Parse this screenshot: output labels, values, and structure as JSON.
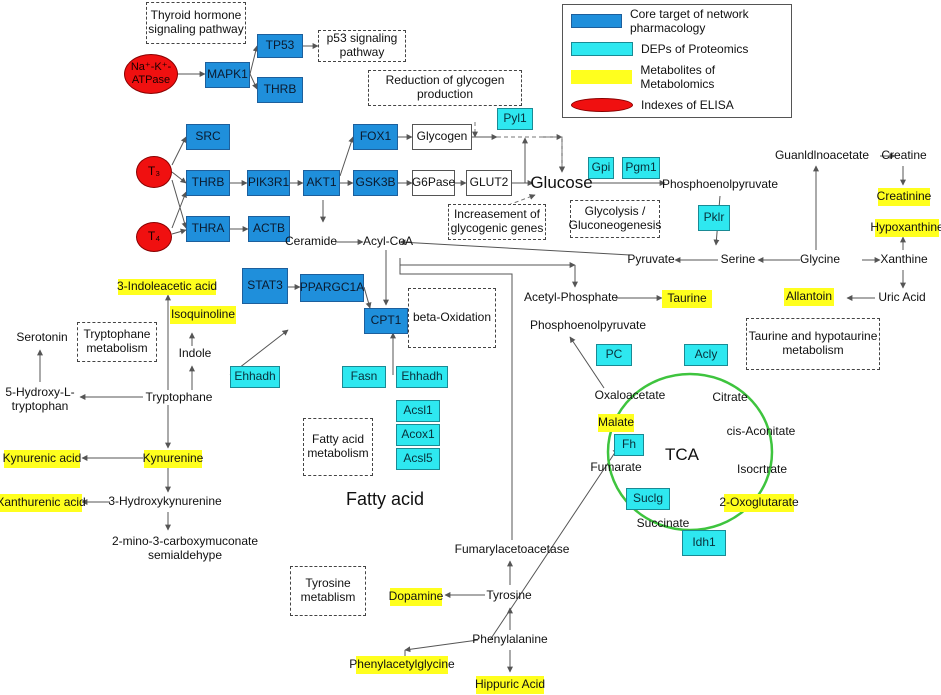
{
  "legend": {
    "core_target": "Core target of network pharmacology",
    "deps": "DEPs of  Proteomics",
    "metabolites": "Metabolites of Metabolomics",
    "elisa": "Indexes of ELISA",
    "colors": {
      "core_target": "#1f8fdb",
      "deps": "#2ee8f0",
      "metabolites": "#ffff1e",
      "elisa": "#f01010"
    }
  },
  "ellipses": {
    "na_k_atpase": "Na⁺-K⁺-ATPase",
    "t3": "T₃",
    "t4": "T₄"
  },
  "pathways": {
    "thyroid": "Thyroid hormone signaling pathway",
    "p53": "p53 signaling pathway",
    "glycogen_reduction": "Reduction of glycogen production",
    "glycogenic_genes": "Increasement of glycogenic genes",
    "glycolysis": "Glycolysis / Gluconeogenesis",
    "tryptophane": "Tryptophane metabolism",
    "beta_ox": "beta-Oxidation",
    "fatty_acid_metab": "Fatty acid metabolism",
    "taurine_metab": "Taurine and hypotaurine metabolism",
    "tyrosine": "Tyrosine metablism"
  },
  "core_targets": {
    "mapk1": "MAPK1",
    "tp53": "TP53",
    "thrb_top": "THRB",
    "src": "SRC",
    "thrb": "THRB",
    "pik3r1": "PIK3R1",
    "akt1": "AKT1",
    "fox1": "FOX1",
    "gsk3b": "GSK3B",
    "thra": "THRA",
    "actb": "ACTB",
    "stat3": "STAT3",
    "ppargc1a": "PPARGC1A",
    "cpt1": "CPT1"
  },
  "deps": {
    "pyl1": "Pyl1",
    "gpi": "Gpi",
    "pgm1": "Pgm1",
    "pklr": "Pklr",
    "ehhadh_left": "Ehhadh",
    "fasn": "Fasn",
    "ehhadh": "Ehhadh",
    "acsl1": "Acsl1",
    "acox1": "Acox1",
    "acsl5": "Acsl5",
    "pc": "PC",
    "acly": "Acly",
    "fh": "Fh",
    "suclg": "Suclg",
    "idh1": "Idh1"
  },
  "metabolites": {
    "creatinine": "Creatinine",
    "hypoxanthine": "Hypoxanthine",
    "indoleacetic": "3-Indoleacetic acid",
    "isoquinoline": "Isoquinoline",
    "taurine": "Taurine",
    "allantoin": "Allantoin",
    "malate": "Malate",
    "kynurenic": "Kynurenic acid",
    "kynurenine": "Kynurenine",
    "xanthurenic": "Xanthurenic acid",
    "oxoglutarate": "2-Oxoglutarate",
    "dopamine": "Dopamine",
    "phenylacetylglycine": "Phenylacetylglycine",
    "hippuric": "Hippuric Acid"
  },
  "white_boxes": {
    "glycogen": "Glycogen",
    "g6pase": "G6Pase",
    "glut2": "GLUT2"
  },
  "texts": {
    "glucose": "Glucose",
    "phosphoenolpyruvate": "Phosphoenolpyruvate",
    "guanidinoacetate": "Guanldlnoacetate",
    "creatine": "Creatine",
    "pyruvate": "Pyruvate",
    "serine": "Serine",
    "glycine": "Glycine",
    "xanthine": "Xanthine",
    "uric_acid": "Uric Acid",
    "ceramide": "Ceramide",
    "acyl_coa": "Acyl-CoA",
    "acetyl_phosphate": "Acetyl-Phosphate",
    "phosphoenolpyruvate2": "Phosphoenolpyruvate",
    "serotonin": "Serotonin",
    "indole": "Indole",
    "hydroxy_trp": "5-Hydroxy-L-tryptophan",
    "tryptophane": "Tryptophane",
    "hydroxykynurenine": "3-Hydroxykynurenine",
    "semialdehyde": "2-mino-3-carboxymuconate semialdehype",
    "fatty_acid": "Fatty acid",
    "oxaloacetate": "Oxaloacetate",
    "citrate": "Citrate",
    "cis_aconitate": "cis-Aconitate",
    "isocitrate": "Isocrtrate",
    "fumarate": "Fumarate",
    "succinate": "Succinate",
    "tca": "TCA",
    "fumarylacetoacetase": "Fumarylacetoacetase",
    "tyrosine": "Tyrosine",
    "phenylalanine": "Phenylalanine"
  }
}
